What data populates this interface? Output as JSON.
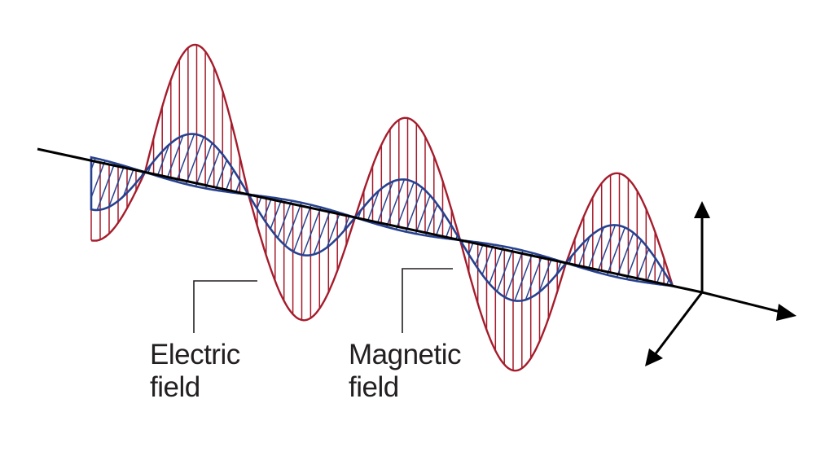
{
  "labels": {
    "electric": {
      "line1": "Electric",
      "line2": "field"
    },
    "magnetic": {
      "line1": "Magnetic",
      "line2": "field"
    }
  },
  "colors": {
    "electric_wave": "#a51c2c",
    "magnetic_wave": "#27418f",
    "axis": "#000000",
    "leader": "#231f20",
    "text": "#231f20"
  },
  "wave": {
    "electric_half_cycles": 6,
    "magnetic_half_cycles": 6
  }
}
